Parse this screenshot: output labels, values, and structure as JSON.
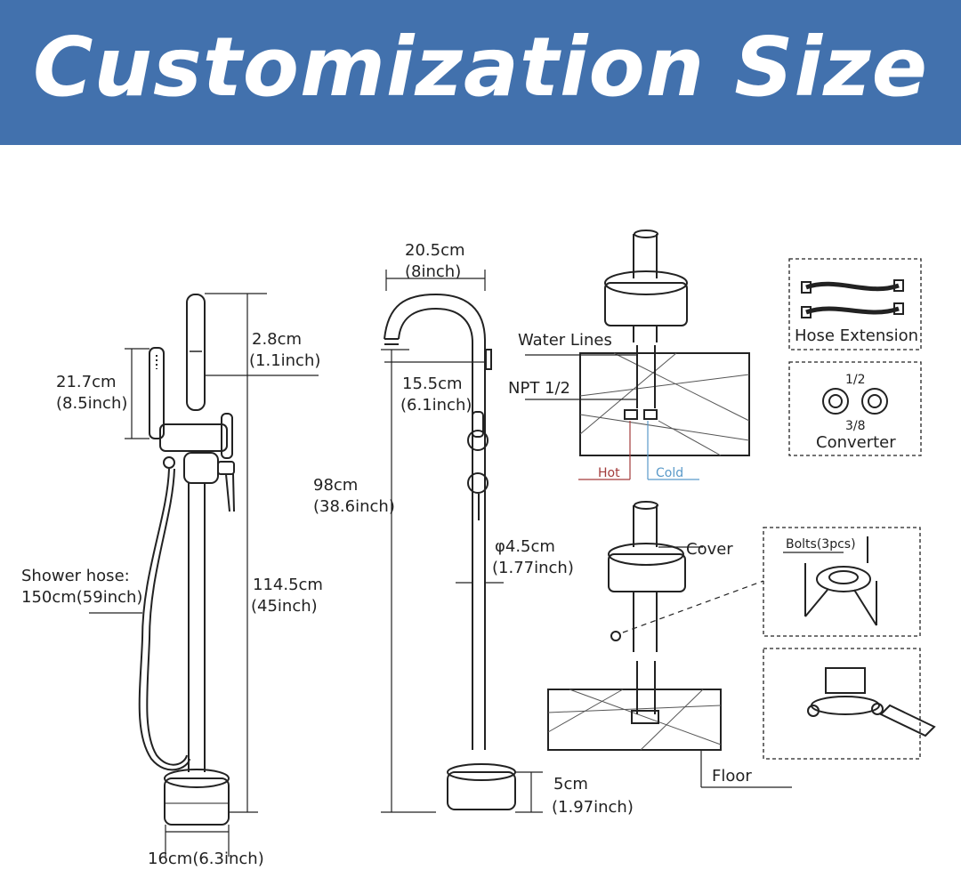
{
  "header": {
    "title": "Customization Size"
  },
  "left_faucet": {
    "handshower_length": "21.7cm",
    "handshower_length_in": "(8.5inch)",
    "top_offset": "2.8cm",
    "top_offset_in": "(1.1inch)",
    "hose_label": "Shower hose:",
    "hose_length": "150cm(59inch)",
    "total_height": "114.5cm",
    "total_height_in": "(45inch)",
    "base_width": "16cm(6.3inch)"
  },
  "right_faucet": {
    "spout_width": "20.5cm",
    "spout_width_in": "(8inch)",
    "spout_reach": "15.5cm",
    "spout_reach_in": "(6.1inch)",
    "spout_height": "98cm",
    "spout_height_in": "(38.6inch)",
    "pipe_diameter": "φ4.5cm",
    "pipe_diameter_in": "(1.77inch)",
    "base_height": "5cm",
    "base_height_in": "(1.97inch)"
  },
  "installation": {
    "water_lines": "Water Lines",
    "npt": "NPT 1/2",
    "hot": "Hot",
    "cold": "Cold",
    "cover": "Cover",
    "floor": "Floor",
    "hose_extension": "Hose Extension",
    "converter_top": "1/2",
    "converter_bottom": "3/8",
    "converter": "Converter",
    "bolts": "Bolts(3pcs)"
  },
  "colors": {
    "header_bg": "#4271ad",
    "hot": "#a33b3b",
    "cold": "#5a9ac9"
  }
}
